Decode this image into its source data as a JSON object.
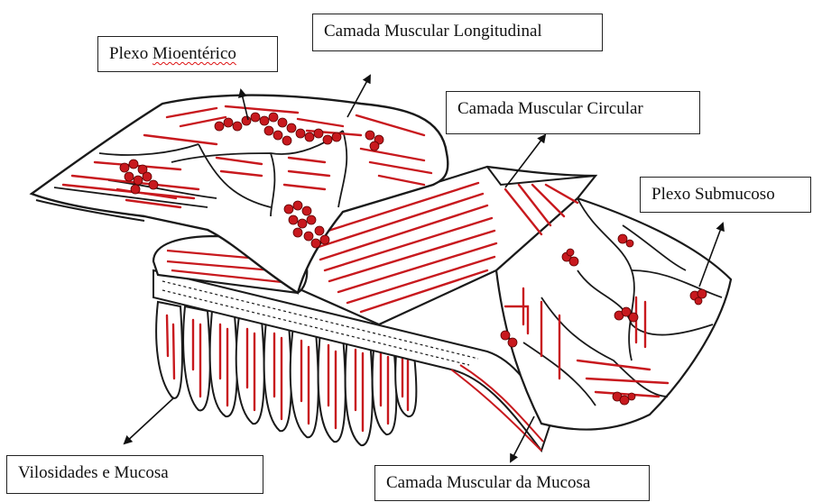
{
  "labels": {
    "plexo_mioenterico": {
      "prefix": "Plexo ",
      "spellchecked": "Mioentérico"
    },
    "longitudinal": "Camada Muscular Longitudinal",
    "circular": "Camada Muscular Circular",
    "submucoso": "Plexo Submucoso",
    "vilosidades": "Vilosidades e Mucosa",
    "muscular_mucosa": "Camada Muscular da Mucosa"
  },
  "colors": {
    "outline": "#1a1a1a",
    "muscle_fiber": "#c8191e",
    "ganglion_fill": "#c8191e",
    "spellcheck_underline": "#d11111"
  }
}
